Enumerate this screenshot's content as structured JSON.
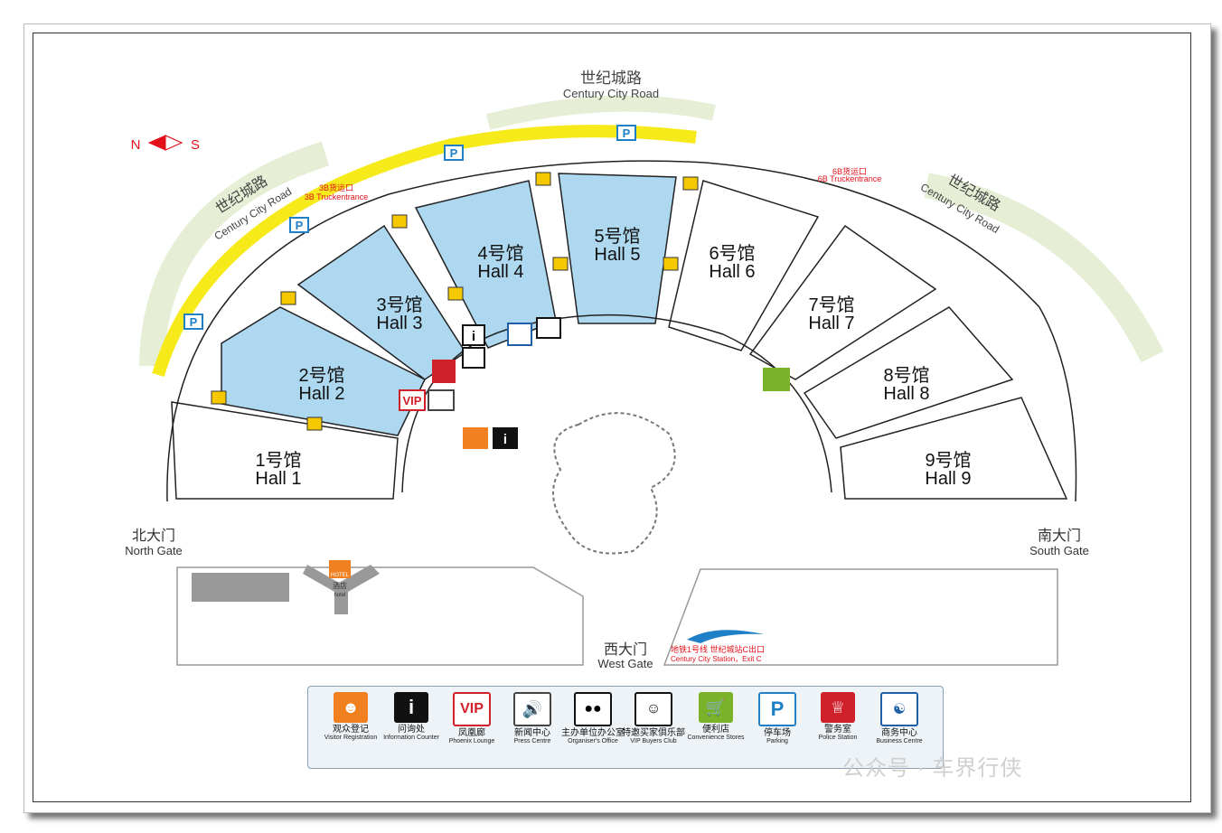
{
  "roads": {
    "top_zh": "世纪城路",
    "top_en": "Century City Road",
    "left_zh": "世纪城路",
    "left_en": "Century City Road",
    "right_zh": "世纪城路",
    "right_en": "Century City Road"
  },
  "compass": {
    "north": "N",
    "south": "S"
  },
  "truck": {
    "left_zh": "3B货运口",
    "left_en": "3B Truckentrance",
    "right_zh": "6B货运口",
    "right_en": "6B Truckentrance"
  },
  "halls": [
    {
      "zh": "1号馆",
      "en": "Hall 1"
    },
    {
      "zh": "2号馆",
      "en": "Hall 2"
    },
    {
      "zh": "3号馆",
      "en": "Hall 3"
    },
    {
      "zh": "4号馆",
      "en": "Hall 4"
    },
    {
      "zh": "5号馆",
      "en": "Hall 5"
    },
    {
      "zh": "6号馆",
      "en": "Hall 6"
    },
    {
      "zh": "7号馆",
      "en": "Hall 7"
    },
    {
      "zh": "8号馆",
      "en": "Hall 8"
    },
    {
      "zh": "9号馆",
      "en": "Hall 9"
    }
  ],
  "gates": {
    "north_zh": "北大门",
    "north_en": "North Gate",
    "south_zh": "南大门",
    "south_en": "South Gate",
    "west_zh": "西大门",
    "west_en": "West Gate"
  },
  "hotel": {
    "sign": "HOTEL",
    "zh": "酒店",
    "en": "hotel"
  },
  "metro": {
    "zh": "地铁1号线  世纪城站C出口",
    "en": "Century City Station，Exit C"
  },
  "parking_letter": "P",
  "vip_label": "VIP",
  "legend": [
    {
      "icon": "visitor-registration-icon",
      "zh": "观众登记",
      "en": "Visitor Registration",
      "color": "#f08020"
    },
    {
      "icon": "information-icon",
      "zh": "问询处",
      "en": "Information Counter",
      "color": "#111111"
    },
    {
      "icon": "vip-icon",
      "zh": "凤凰廊",
      "en": "Phoenix Lounge",
      "color": "#d0202a",
      "glyph": "VIP"
    },
    {
      "icon": "press-centre-icon",
      "zh": "新闻中心",
      "en": "Press Centre",
      "color": "#444444"
    },
    {
      "icon": "organisers-office-icon",
      "zh": "主办单位办公室",
      "en": "Organiser's Office",
      "color": "#111111"
    },
    {
      "icon": "vip-buyers-club-icon",
      "zh": "特邀买家俱乐部",
      "en": "VIP Buyers Club",
      "color": "#111111"
    },
    {
      "icon": "convenience-store-icon",
      "zh": "便利店",
      "en": "Convenience Stores",
      "color": "#7ab22a"
    },
    {
      "icon": "parking-icon",
      "zh": "停车场",
      "en": "Parking",
      "color": "#1f80c8",
      "glyph": "P"
    },
    {
      "icon": "police-station-icon",
      "zh": "警务室",
      "en": "Police Station",
      "color": "#d0202a"
    },
    {
      "icon": "business-centre-icon",
      "zh": "商务中心",
      "en": "Business Centre",
      "color": "#1f5fa8"
    }
  ],
  "watermark": "公众号 · 车界行侠",
  "colors": {
    "blue_hall": "#add8f0",
    "road_yellow": "#f6ea1a",
    "green_band": "#e6efd6",
    "red": "#e3101a"
  }
}
